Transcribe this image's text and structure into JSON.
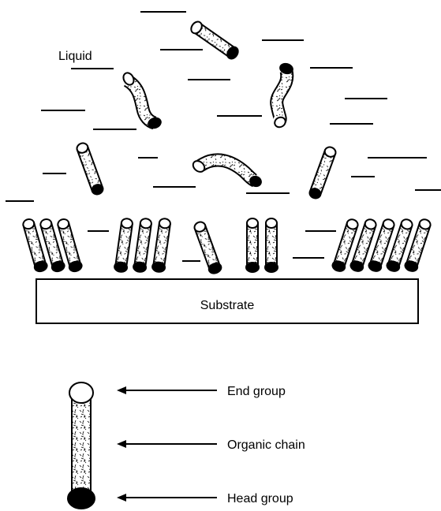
{
  "labels": {
    "liquid": "Liquid",
    "substrate": "Substrate"
  },
  "legend": {
    "end_group": "End group",
    "organic_chain": "Organic chain",
    "head_group": "Head group"
  },
  "colors": {
    "ink": "#000000",
    "background": "#ffffff"
  }
}
